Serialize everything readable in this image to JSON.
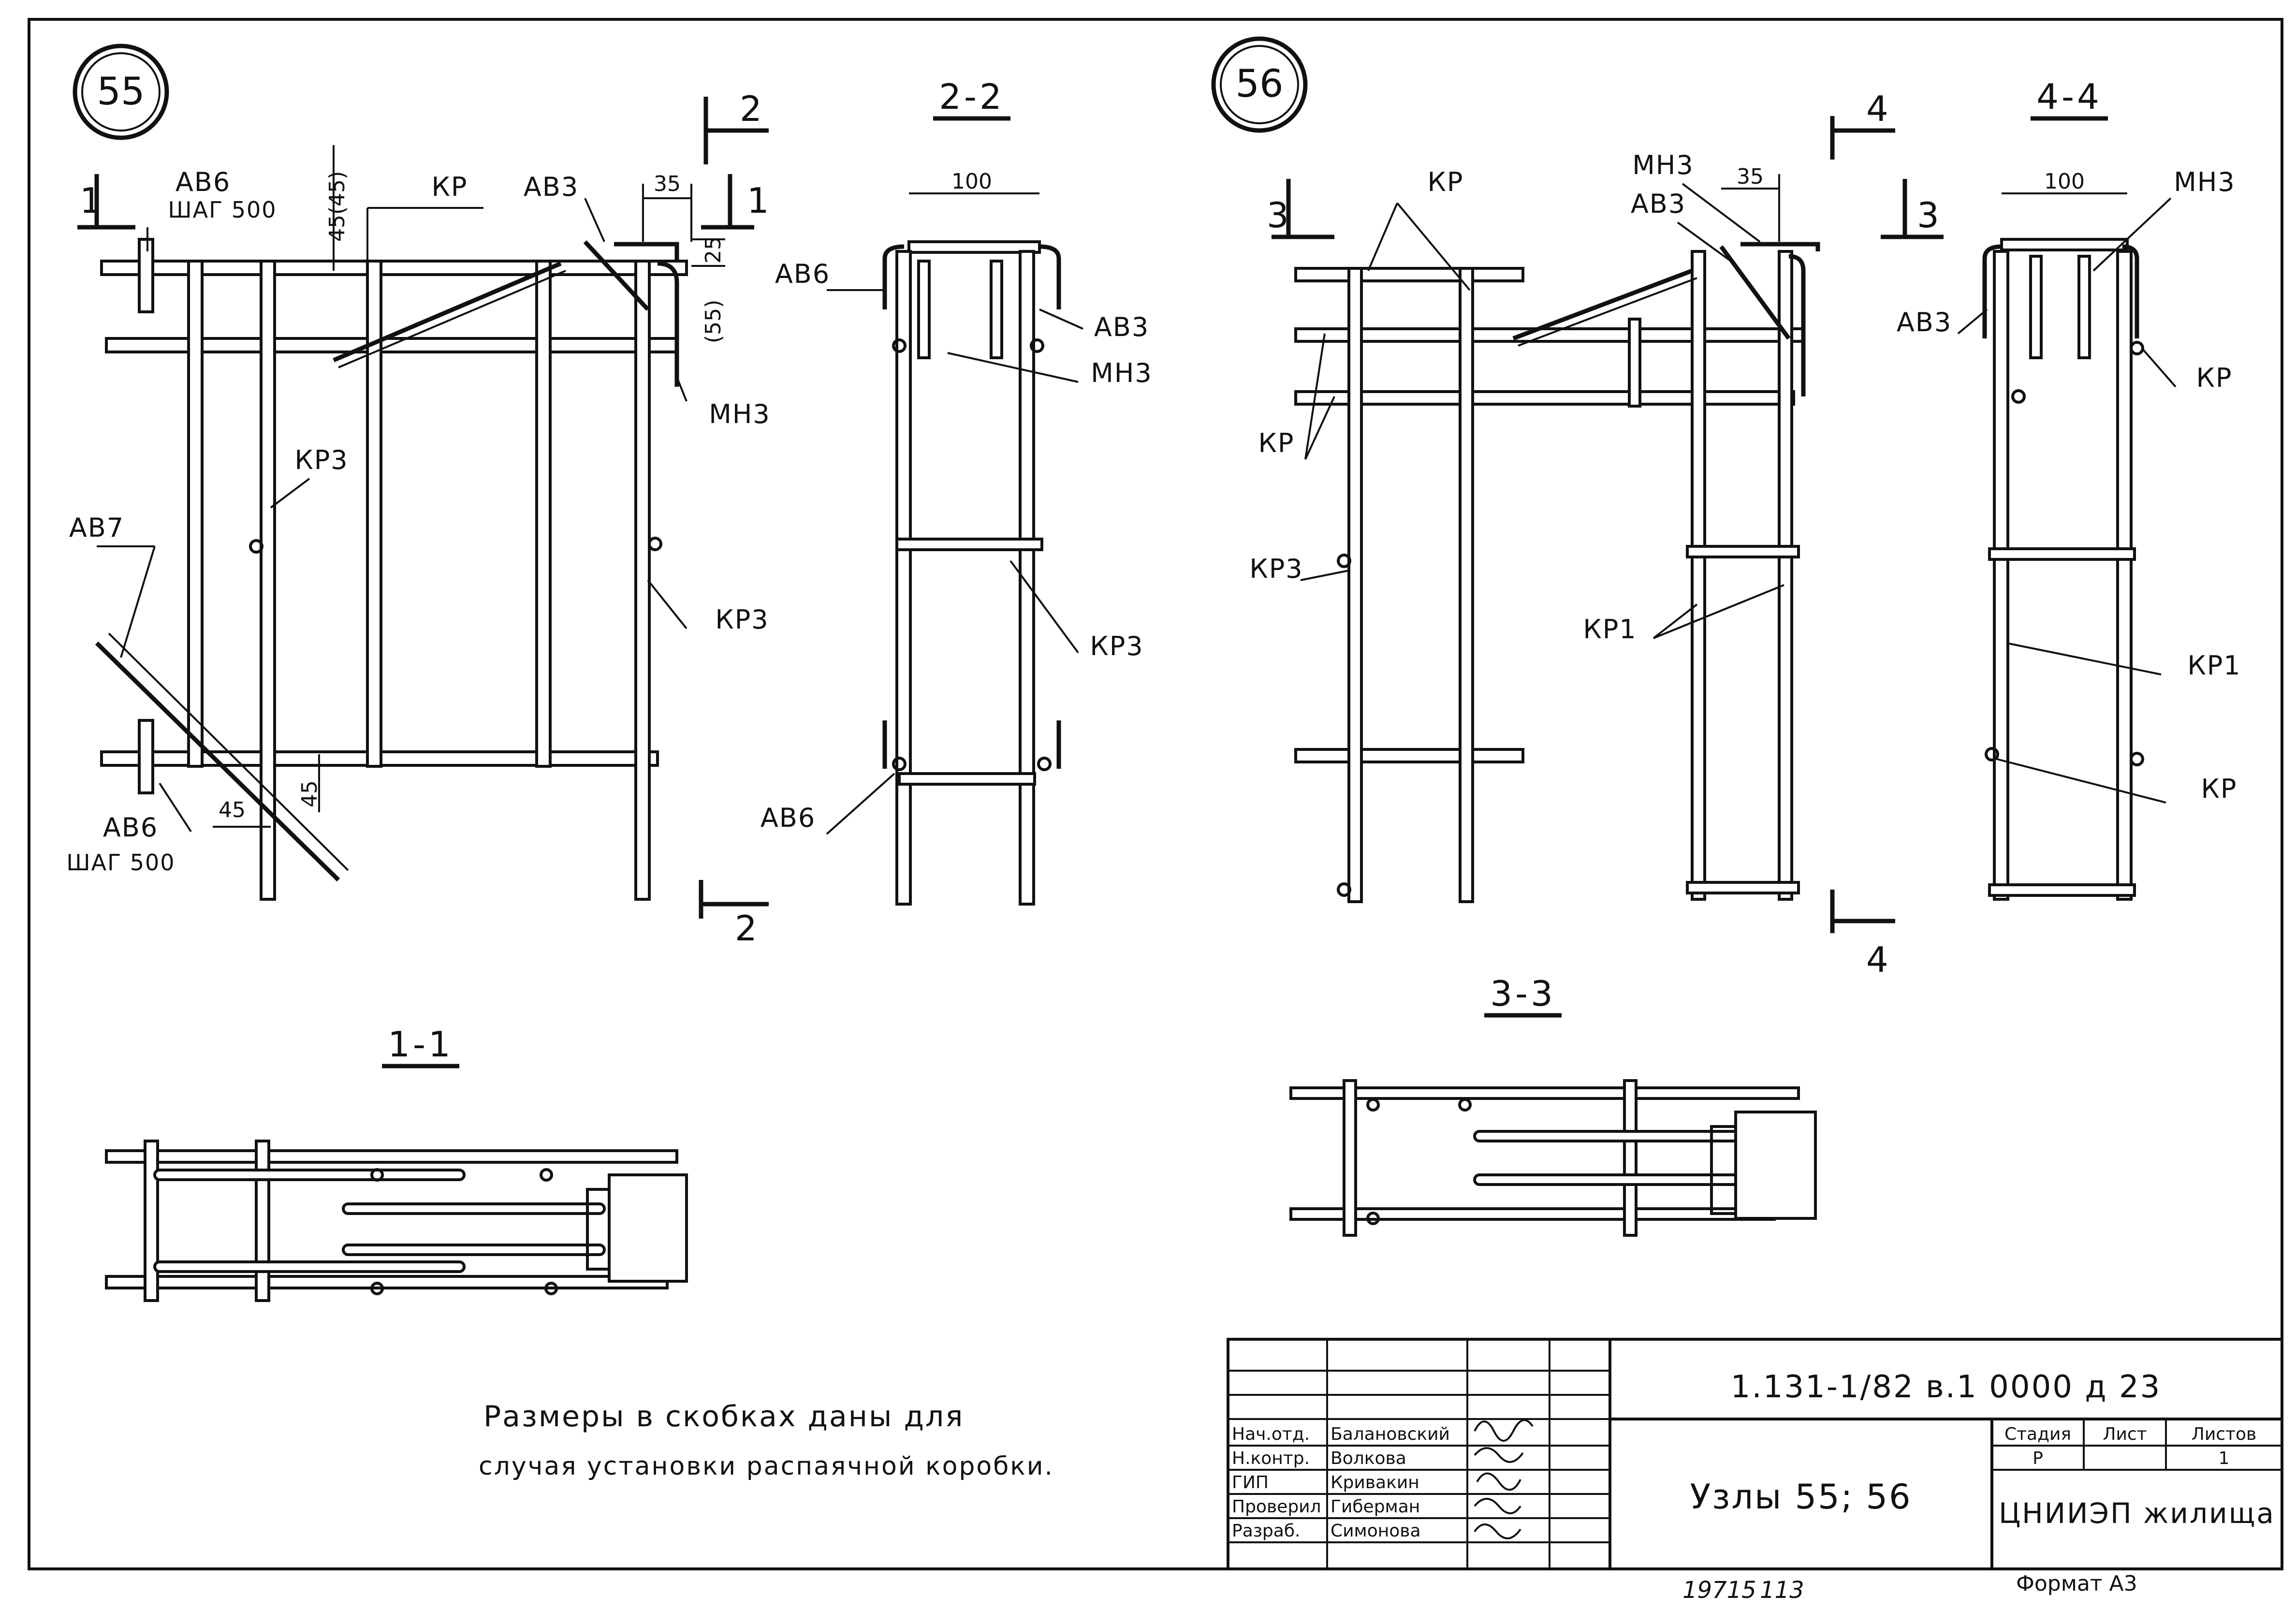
{
  "nodes": {
    "n55": "55",
    "n56": "56"
  },
  "sections": {
    "s11": "1-1",
    "s22": "2-2",
    "s33": "3-3",
    "s44": "4-4"
  },
  "cut_marks": {
    "c1": "1",
    "c2": "2",
    "c3": "3",
    "c4": "4"
  },
  "labels": {
    "av6_top": "АВ6",
    "shag_top": "ШАГ 500",
    "kr_top55": "КР",
    "av3_top55": "АВ3",
    "mn3_55": "МН3",
    "kr3_left": "КР3",
    "kr3_right": "КР3",
    "av7": "АВ7",
    "av6_bottom": "АВ6",
    "shag_bottom": "ШАГ 500",
    "av6_22top": "АВ6",
    "av3_22": "АВ3",
    "mn3_22": "МН3",
    "kr3_22": "КР3",
    "av6_22bottom": "АВ6",
    "kr_56top": "КР",
    "mn3_56": "МН3",
    "av3_56": "АВ3",
    "kr_56left": "КР",
    "kr3_56": "КР3",
    "kr1_56": "КР1",
    "mn3_44": "МН3",
    "av3_44": "АВ3",
    "kr_44top": "КР",
    "kr1_44": "КР1",
    "kr_44bottom": "КР"
  },
  "dims": {
    "d45_45": "45(45)",
    "d35_55": "35",
    "d25": "25",
    "d55": "(55)",
    "d45a": "45",
    "d45b": "45",
    "d100_22": "100",
    "d35_56": "35",
    "d100_44": "100"
  },
  "note": {
    "line1": "Размеры в скобках даны для",
    "line2": "случая установки распаячной коробки."
  },
  "title_block": {
    "code": "1.131-1/82 в.1 0000 д 23",
    "title": "Узлы 55; 56",
    "org": "ЦНИИЭП жилища",
    "headers": {
      "stage": "Стадия",
      "sheet": "Лист",
      "sheets": "Листов"
    },
    "values": {
      "stage": "Р",
      "sheet": "",
      "sheets": "1"
    },
    "roles": [
      {
        "role": "Нач.отд.",
        "name": "Балановский"
      },
      {
        "role": "Н.контр.",
        "name": "Волкова"
      },
      {
        "role": "ГИП",
        "name": "Кривакин"
      },
      {
        "role": "Проверил",
        "name": "Гиберман"
      },
      {
        "role": "Разраб.",
        "name": "Симонова"
      }
    ]
  },
  "footer": {
    "inv": "19715",
    "num": "113",
    "format": "Формат А3"
  }
}
